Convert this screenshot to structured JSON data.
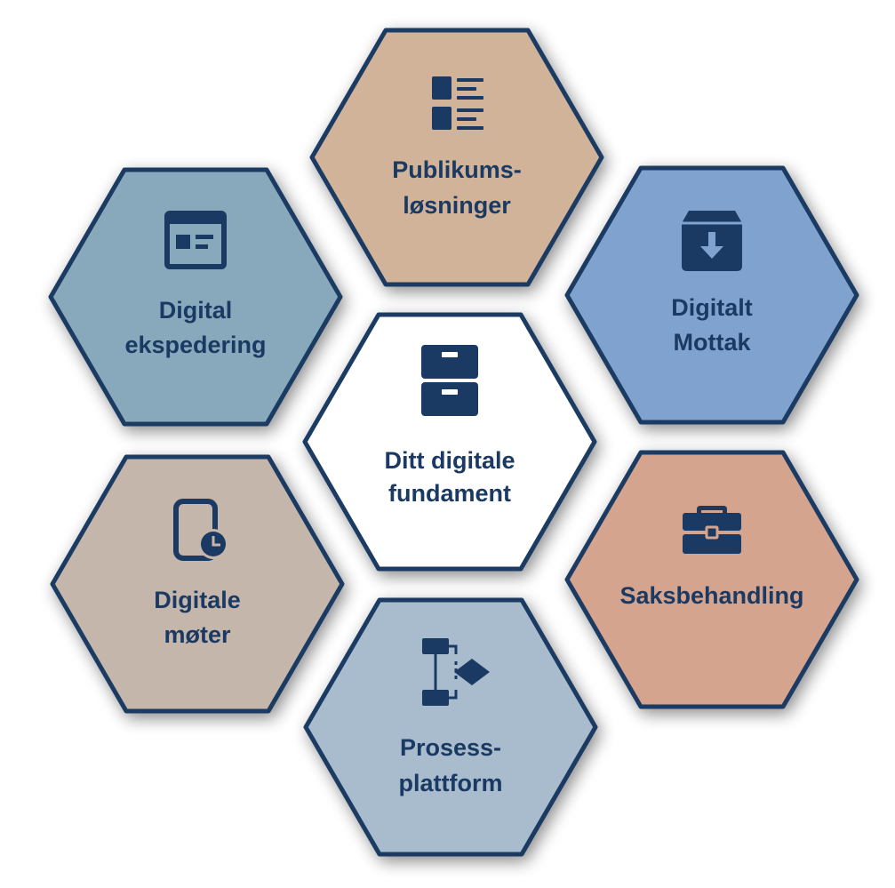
{
  "diagram": {
    "center": {
      "lines": [
        "Ditt digitale",
        "fundament"
      ],
      "icon": "filing-cabinet-icon",
      "fill": "#ffffff"
    },
    "modules": [
      {
        "key": "publikum",
        "lines": [
          "Publikums-",
          "løsninger"
        ],
        "icon": "list-view-icon",
        "fill": "#d1b39a"
      },
      {
        "key": "mottak",
        "lines": [
          "Digitalt",
          "Mottak"
        ],
        "icon": "inbox-download-icon",
        "fill": "#7fa2cf"
      },
      {
        "key": "saksbehandling",
        "lines": [
          "Saksbehandling"
        ],
        "icon": "briefcase-icon",
        "fill": "#d5a48f"
      },
      {
        "key": "prosess",
        "lines": [
          "Prosess-",
          "plattform"
        ],
        "icon": "flowchart-icon",
        "fill": "#a9bccd"
      },
      {
        "key": "moter",
        "lines": [
          "Digitale",
          "møter"
        ],
        "icon": "tablet-clock-icon",
        "fill": "#c4b6aa"
      },
      {
        "key": "ekspedering",
        "lines": [
          "Digital",
          "ekspedering"
        ],
        "icon": "browser-window-icon",
        "fill": "#88a9bb"
      }
    ],
    "colors": {
      "outline": "#1b3a63",
      "text": "#1b3a63",
      "icon": "#1b3a63",
      "background": "#ffffff"
    }
  }
}
